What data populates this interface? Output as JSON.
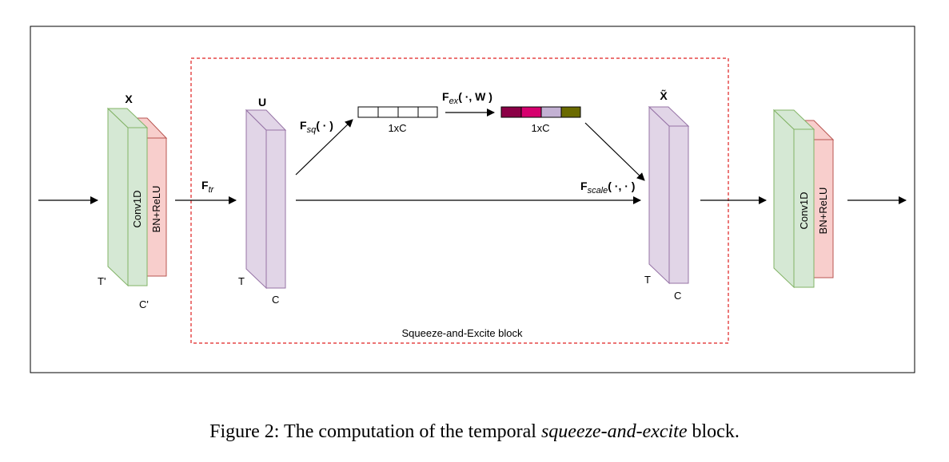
{
  "diagram": {
    "input_label": "X",
    "conv_label": "Conv1D",
    "bn_label": "BN+ReLU",
    "input_dims": {
      "t": "T'",
      "c": "C'"
    },
    "f_tr": {
      "main": "F",
      "sub": "tr"
    },
    "u_label": "U",
    "u_dims": {
      "t": "T",
      "c": "C"
    },
    "f_sq": {
      "main": "F",
      "sub": "sq",
      "args": "( · )"
    },
    "f_ex": {
      "main": "F",
      "sub": "ex",
      "args": "( ·, W )"
    },
    "squeeze_vec_label": "1xC",
    "excite_vec_label": "1xC",
    "excite_colors": [
      "#8b0046",
      "#d6006e",
      "#c3b1d3",
      "#6a6a00"
    ],
    "f_scale": {
      "main": "F",
      "sub": "scale",
      "args": "( ·, · )"
    },
    "xtilde_label": "X̃",
    "xtilde_dims": {
      "t": "T",
      "c": "C"
    },
    "out_conv_label": "Conv1D",
    "out_bn_label": "BN+ReLU",
    "se_block_label": "Squeeze-and-Excite block",
    "colors": {
      "conv_fill": "#d5e8d4",
      "conv_stroke": "#82b366",
      "bn_fill": "#f8cecc",
      "bn_stroke": "#b85450",
      "u_fill": "#e1d5e7",
      "u_stroke": "#9673a6",
      "se_border": "#e02020"
    }
  },
  "caption": {
    "prefix": "Figure 2: The computation of the temporal ",
    "emph": "squeeze-and-excite",
    "suffix": " block."
  }
}
